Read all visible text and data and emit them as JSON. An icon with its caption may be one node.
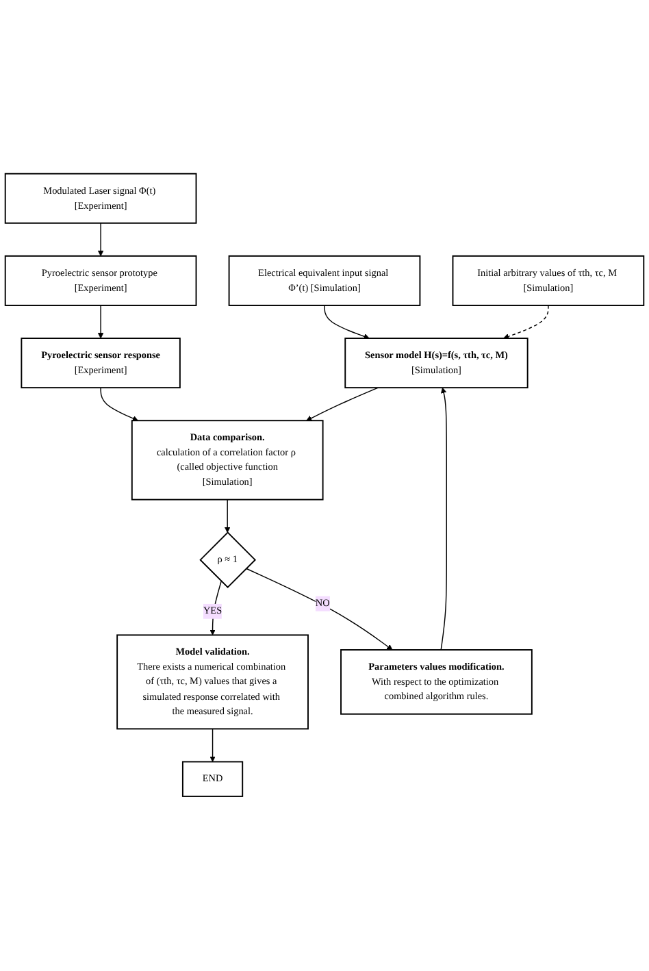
{
  "diagram": {
    "nodes": [
      {
        "text": [
          "Modulated Laser signal Φ(t) [Experiment]"
        ]
      },
      {
        "text": [
          "Electrical equivalent input signal Φ’(t) [Simulation]"
        ]
      },
      {
        "text": [
          "Pyroelectric sensor prototype [Experiment]"
        ]
      },
      {
        "text": [
          "Initial arbitrary values of τth, τc, M [Simulation]"
        ]
      },
      {
        "text": [
          "Pyroelectric sensor response",
          "[Experiment]"
        ]
      },
      {
        "text": [
          "Sensor model H(s)=f(s, τth, τc, M)",
          "[Simulation]"
        ]
      },
      {
        "text": [
          "Data comparison.",
          "calculation of a correlation factor ρ (called objective function",
          "[Simulation]"
        ]
      },
      {
        "text": [
          "ρ ≈ 1"
        ]
      },
      {
        "text": [
          "Model validation.",
          "There exists a numerical combination of (τth, τc, M) values that gives a simulated response correlated with the measured signal."
        ]
      },
      {
        "text": [
          "Parameters values modification.",
          "With respect to the optimization combined algorithm rules."
        ]
      },
      {
        "text": [
          "END"
        ]
      }
    ],
    "edges": [
      {
        "from": 0,
        "to": 2,
        "arrow": "to"
      },
      {
        "from": 2,
        "to": 4,
        "arrow": "to"
      },
      {
        "from": 1,
        "to": 5,
        "arrow": "to"
      },
      {
        "from": 3,
        "to": 5,
        "arrow": "to",
        "style": "dashed"
      },
      {
        "from": 4,
        "to": 6,
        "arrow": "to"
      },
      {
        "from": 5,
        "to": 6,
        "arrow": "to"
      },
      {
        "from": 6,
        "to": 7,
        "arrow": "to"
      },
      {
        "from": 7,
        "to": 8,
        "arrow": "to",
        "label": "YES"
      },
      {
        "from": 7,
        "to": 9,
        "arrow": "to",
        "label": "NO"
      },
      {
        "from": 9,
        "to": 5,
        "arrow": "to"
      },
      {
        "from": 8,
        "to": 10,
        "arrow": "to"
      }
    ]
  }
}
